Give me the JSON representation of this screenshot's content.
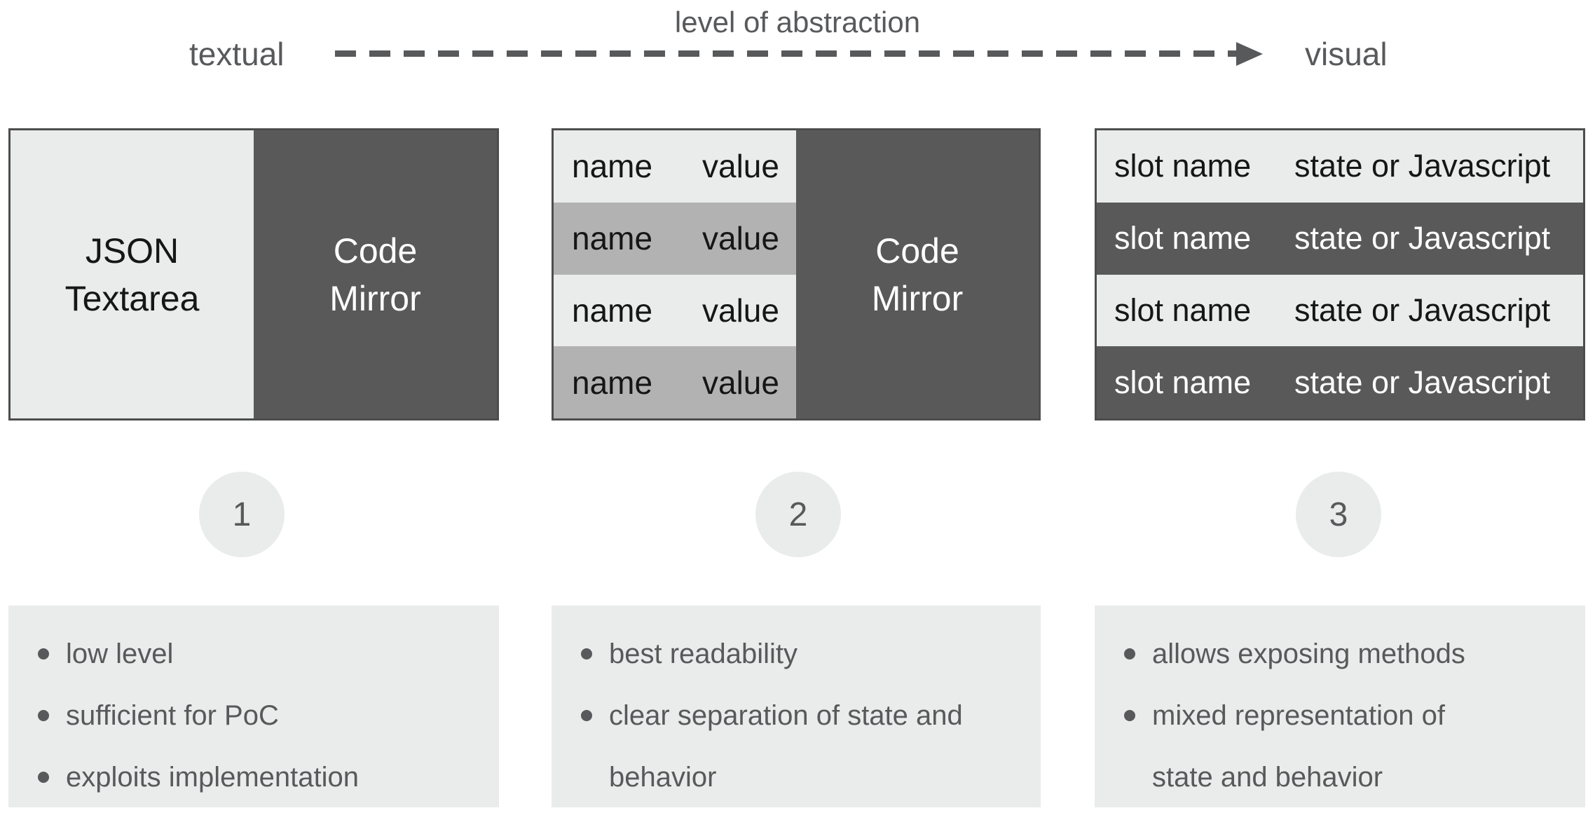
{
  "axis": {
    "title": "level of abstraction",
    "left_label": "textual",
    "right_label": "visual",
    "arrow_icon": "dashed-arrow-right"
  },
  "colors": {
    "light_gray": "#e9eceb",
    "medium_gray": "#b2b2b2",
    "dark_gray": "#595959",
    "border": "#4d4d4d",
    "text_gray": "#58595b",
    "text_black": "#161616",
    "text_white": "#ffffff"
  },
  "columns": [
    {
      "step": "1",
      "box": {
        "left_label_lines": [
          "JSON",
          "Textarea"
        ],
        "right_label_lines": [
          "Code",
          "Mirror"
        ]
      },
      "bullets": [
        {
          "lines": [
            "low level"
          ]
        },
        {
          "lines": [
            "sufficient for PoC"
          ]
        },
        {
          "lines": [
            "exploits implementation"
          ]
        }
      ]
    },
    {
      "step": "2",
      "box": {
        "rows": [
          {
            "name": "name",
            "value": "value"
          },
          {
            "name": "name",
            "value": "value"
          },
          {
            "name": "name",
            "value": "value"
          },
          {
            "name": "name",
            "value": "value"
          }
        ],
        "right_label_lines": [
          "Code",
          "Mirror"
        ]
      },
      "bullets": [
        {
          "lines": [
            "best readability"
          ]
        },
        {
          "lines": [
            "clear separation of state and",
            "behavior"
          ]
        }
      ]
    },
    {
      "step": "3",
      "box": {
        "rows": [
          {
            "name": "slot name",
            "value": "state or Javascript"
          },
          {
            "name": "slot name",
            "value": "state or Javascript"
          },
          {
            "name": "slot name",
            "value": "state or Javascript"
          },
          {
            "name": "slot name",
            "value": "state or Javascript"
          }
        ]
      },
      "bullets": [
        {
          "lines": [
            "allows exposing methods"
          ]
        },
        {
          "lines": [
            "mixed representation of",
            "state and behavior"
          ]
        }
      ]
    }
  ]
}
